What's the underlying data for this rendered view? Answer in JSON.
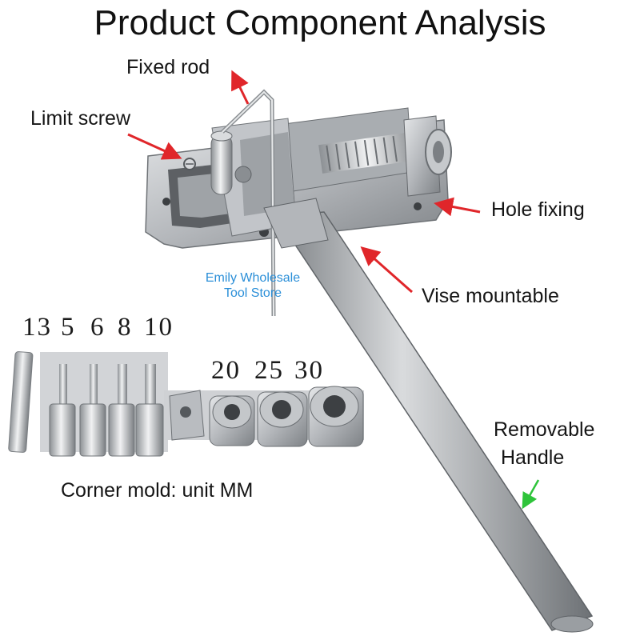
{
  "title": "Product Component Analysis",
  "labels": {
    "fixed_rod": "Fixed rod",
    "limit_screw": "Limit screw",
    "hole_fixing": "Hole fixing",
    "vise_mountable": "Vise mountable",
    "removable_handle_line1": "Removable",
    "removable_handle_line2": "Handle",
    "corner_mold": "Corner mold: unit MM"
  },
  "mold_sizes_small": [
    "13",
    "5",
    "6",
    "8",
    "10"
  ],
  "mold_sizes_large": [
    "20",
    "25",
    "30"
  ],
  "watermark": {
    "line1": "Emily Wholesale",
    "line2": "Tool Store"
  },
  "colors": {
    "arrow_red": "#e0262a",
    "arrow_green": "#2ec43a",
    "watermark": "#2b8fd8",
    "metal": "#b9bcc0"
  }
}
